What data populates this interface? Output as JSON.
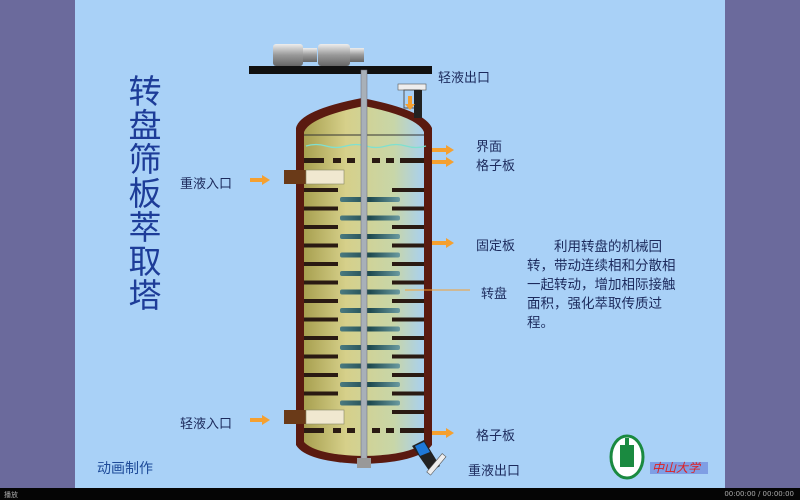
{
  "title": "转盘筛板萃取塔",
  "labels": {
    "light_outlet": "轻液出口",
    "interface": "界面",
    "grid_plate_top": "格子板",
    "heavy_inlet": "重液入口",
    "fixed_plate": "固定板",
    "rotor_disc": "转盘",
    "light_inlet": "轻液入口",
    "grid_plate_bottom": "格子板",
    "heavy_outlet": "重液出口"
  },
  "description": "利用转盘的机械回转，带动连续相和分散相一起转动，增加相际接触面积，强化萃取传质过程。",
  "credit": "动画制作",
  "logo_text": "中山大学",
  "player": {
    "status": "播放",
    "time": "00:00:00 / 00:00:00"
  },
  "colors": {
    "slide_bg": "#a9d1f7",
    "shell": "#5a1a10",
    "liquid": "#c8c27a",
    "arrow": "#f5a030",
    "text": "#1d3c98"
  }
}
